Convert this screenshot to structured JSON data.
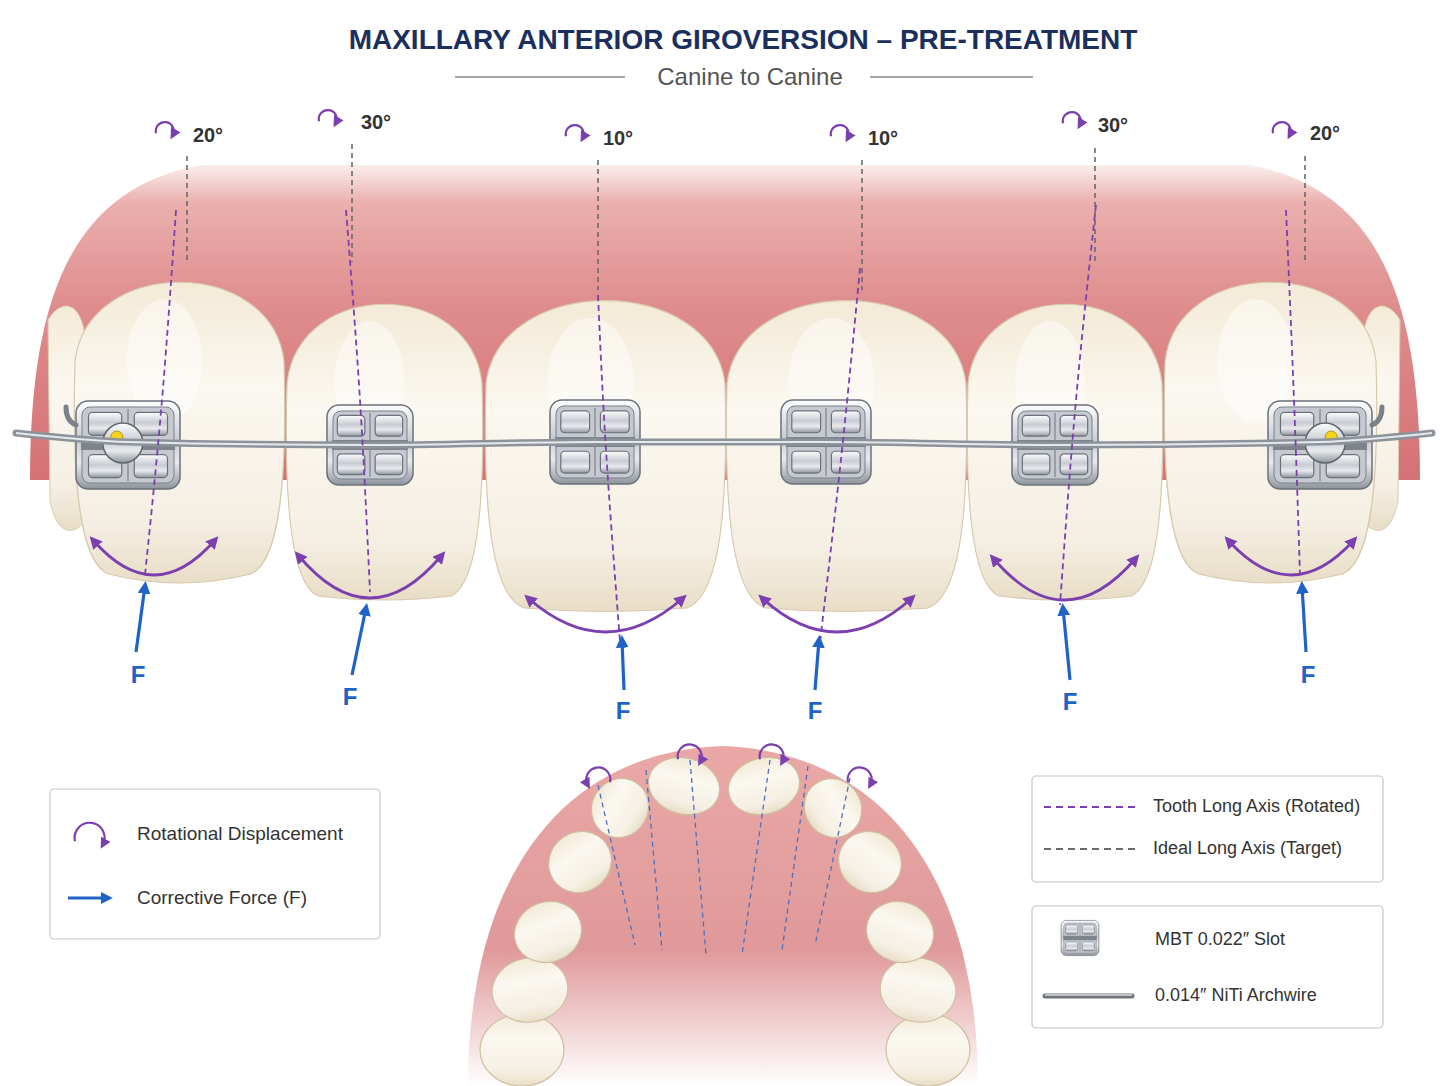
{
  "diagram": {
    "title": "MAXILLARY ANTERIOR GIROVERSION – PRE-TREATMENT",
    "labels": [
      "Canine to Canine",
      "20°",
      "30°",
      "10°",
      "10°",
      "30°",
      "20°",
      "F",
      "F",
      "F",
      "F",
      "F",
      "F"
    ],
    "legend": [
      {
        "text": "Rotational Displacement"
      },
      {
        "text": "Corrective Force (F)"
      },
      {
        "text": "Tooth Long Axis (Rotated)"
      },
      {
        "text": "Ideal Long Axis (Target)"
      },
      {
        "text": "MBT 0.022″ Slot"
      },
      {
        "text": "0.014″ NiTi Archwire"
      }
    ]
  }
}
